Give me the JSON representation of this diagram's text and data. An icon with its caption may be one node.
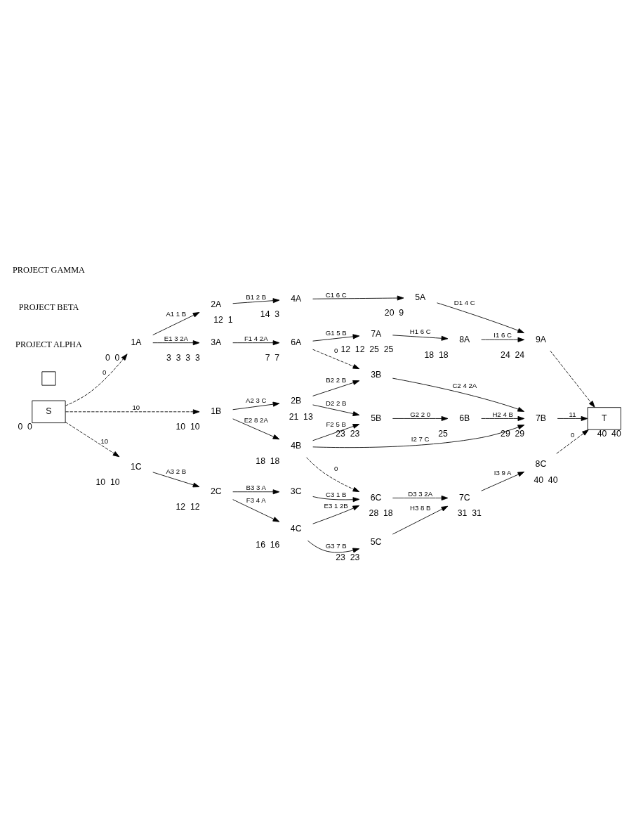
{
  "diagram": {
    "nodes": [
      {
        "text": [
          "S"
        ],
        "beside": [
          "0",
          "0"
        ]
      },
      {
        "text": [
          "1A"
        ],
        "beside": [
          "0",
          "0"
        ]
      },
      {
        "text": [
          "2A"
        ],
        "beside": [
          "12",
          "1"
        ]
      },
      {
        "text": [
          "3A"
        ],
        "beside": [
          "3",
          "3",
          "3",
          "3"
        ]
      },
      {
        "text": [
          "4A"
        ],
        "beside": [
          "14",
          "3"
        ]
      },
      {
        "text": [
          "5A"
        ],
        "beside": [
          "20",
          "9"
        ]
      },
      {
        "text": [
          "6A"
        ],
        "beside": [
          "7",
          "7"
        ]
      },
      {
        "text": [
          "7A"
        ],
        "beside": [
          "12",
          "12",
          "25",
          "25"
        ]
      },
      {
        "text": [
          "8A"
        ],
        "beside": [
          "18",
          "18"
        ]
      },
      {
        "text": [
          "9A"
        ],
        "beside": [
          "24",
          "24"
        ]
      },
      {
        "text": [
          "1B"
        ],
        "beside": [
          "10",
          "10"
        ]
      },
      {
        "text": [
          "2B"
        ],
        "beside": [
          "21",
          "13"
        ]
      },
      {
        "text": [
          "3B"
        ]
      },
      {
        "text": [
          "4B"
        ],
        "beside": [
          "18",
          "18"
        ]
      },
      {
        "text": [
          "5B"
        ],
        "beside": [
          "23",
          "23"
        ]
      },
      {
        "text": [
          "6B"
        ],
        "beside": [
          "25"
        ]
      },
      {
        "text": [
          "7B"
        ],
        "beside": [
          "29",
          "29"
        ]
      },
      {
        "text": [
          "1C"
        ],
        "beside": [
          "10",
          "10"
        ]
      },
      {
        "text": [
          "2C"
        ],
        "beside": [
          "12",
          "12"
        ]
      },
      {
        "text": [
          "3C"
        ]
      },
      {
        "text": [
          "4C"
        ],
        "beside": [
          "16",
          "16"
        ]
      },
      {
        "text": [
          "5C"
        ],
        "beside": [
          "23",
          "23"
        ]
      },
      {
        "text": [
          "6C"
        ],
        "beside": [
          "28",
          "18"
        ]
      },
      {
        "text": [
          "7C"
        ],
        "beside": [
          "31",
          "31"
        ]
      },
      {
        "text": [
          "8C"
        ],
        "beside": [
          "40",
          "40"
        ]
      },
      {
        "text": [
          "T"
        ],
        "beside": [
          "40",
          "40"
        ]
      },
      {
        "text": [],
        "shape": "box"
      }
    ],
    "edges": [
      {
        "from": 0,
        "to": 1,
        "arrow": "to",
        "label": "0",
        "style": "dashed"
      },
      {
        "from": 0,
        "to": 10,
        "arrow": "to",
        "label": "10",
        "style": "dashed"
      },
      {
        "from": 0,
        "to": 17,
        "arrow": "to",
        "label": "10",
        "style": "dashed"
      },
      {
        "from": 1,
        "to": 2,
        "arrow": "to",
        "label": "A1 1 B"
      },
      {
        "from": 2,
        "to": 4,
        "arrow": "to",
        "label": "B1 2 B"
      },
      {
        "from": 4,
        "to": 5,
        "arrow": "to",
        "label": "C1 6 C"
      },
      {
        "from": 5,
        "to": 9,
        "arrow": "to",
        "label": "D1 4 C"
      },
      {
        "from": 1,
        "to": 3,
        "arrow": "to",
        "label": "E1 3 2A"
      },
      {
        "from": 3,
        "to": 6,
        "arrow": "to",
        "label": "F1 4 2A"
      },
      {
        "from": 6,
        "to": 7,
        "arrow": "to",
        "label": "G1 5 B"
      },
      {
        "from": 7,
        "to": 8,
        "arrow": "to",
        "label": "H1 6 C"
      },
      {
        "from": 8,
        "to": 9,
        "arrow": "to",
        "label": "I1 6 C"
      },
      {
        "from": 9,
        "to": 25,
        "arrow": "to",
        "style": "dashed"
      },
      {
        "from": 6,
        "to": 12,
        "arrow": "to",
        "label": "0",
        "style": "dashed"
      },
      {
        "from": 10,
        "to": 11,
        "arrow": "to",
        "label": "A2 3 C"
      },
      {
        "from": 11,
        "to": 12,
        "arrow": "to",
        "label": "B2 2 B"
      },
      {
        "from": 12,
        "to": 16,
        "arrow": "to",
        "label": "C2 4 2A"
      },
      {
        "from": 11,
        "to": 14,
        "arrow": "to",
        "label": "D2 2 B"
      },
      {
        "from": 10,
        "to": 13,
        "arrow": "to",
        "label": "E2 8 2A"
      },
      {
        "from": 13,
        "to": 14,
        "arrow": "to",
        "label": "F2 5 B"
      },
      {
        "from": 14,
        "to": 15,
        "arrow": "to",
        "label": "G2 2 0"
      },
      {
        "from": 15,
        "to": 16,
        "arrow": "to",
        "label": "H2 4 B"
      },
      {
        "from": 13,
        "to": 16,
        "arrow": "to",
        "label": "I2 7 C"
      },
      {
        "from": 16,
        "to": 25,
        "arrow": "to",
        "label": "11"
      },
      {
        "from": 13,
        "to": 22,
        "arrow": "to",
        "label": "0",
        "style": "dashed"
      },
      {
        "from": 17,
        "to": 18,
        "arrow": "to",
        "label": "A3 2 B"
      },
      {
        "from": 18,
        "to": 19,
        "arrow": "to",
        "label": "B3 3 A"
      },
      {
        "from": 19,
        "to": 22,
        "arrow": "to",
        "label": "C3 1 B"
      },
      {
        "from": 22,
        "to": 23,
        "arrow": "to",
        "label": "D3 3 2A"
      },
      {
        "from": 20,
        "to": 22,
        "arrow": "to",
        "label": "E3 1 2B"
      },
      {
        "from": 18,
        "to": 20,
        "arrow": "to",
        "label": "F3 4 A"
      },
      {
        "from": 20,
        "to": 21,
        "arrow": "to",
        "label": "G3 7 B"
      },
      {
        "from": 21,
        "to": 23,
        "arrow": "to",
        "label": "H3 8 B"
      },
      {
        "from": 23,
        "to": 24,
        "arrow": "to",
        "label": "I3 9 A"
      },
      {
        "from": 24,
        "to": 25,
        "arrow": "to",
        "label": "0",
        "style": "dashed"
      }
    ],
    "labels": [
      "PROJECT ALPHA",
      "PROJECT BETA",
      "PROJECT GAMMA"
    ]
  }
}
